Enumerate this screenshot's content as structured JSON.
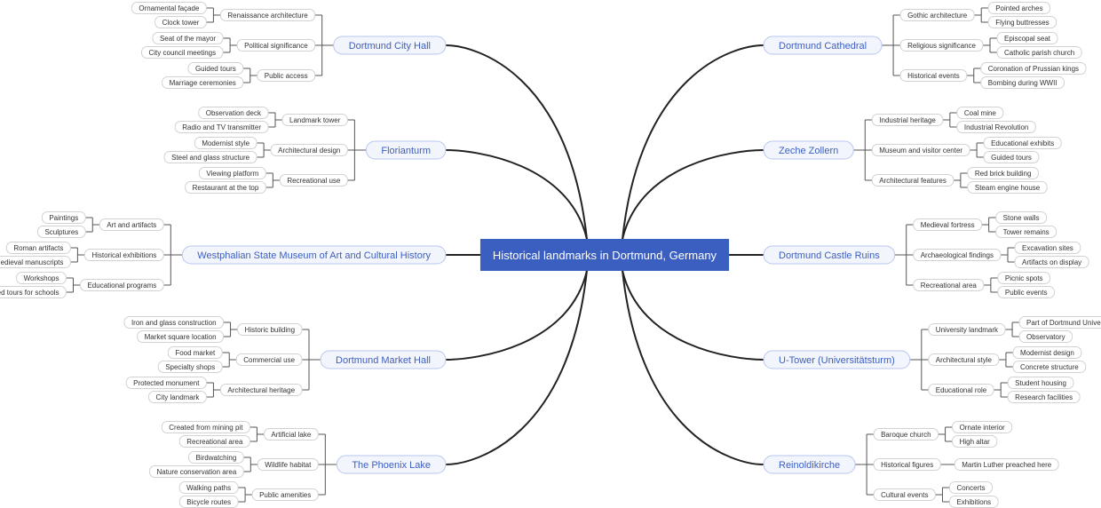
{
  "center": {
    "label": "Historical landmarks in Dortmund, Germany"
  },
  "colors": {
    "center_fill": "#3b5fc0",
    "center_text": "#ffffff",
    "branch_border": "#b9c6ee",
    "branch_fill": "#f3f5fd",
    "branch_text": "#3b5fc0",
    "leaf_border": "#d2d2d2",
    "leaf_text": "#333333",
    "main_line": "#222222",
    "minor_line": "#555555"
  },
  "left": [
    {
      "label": "Dortmund City Hall",
      "children": [
        {
          "label": "Renaissance architecture",
          "children": [
            "Ornamental façade",
            "Clock tower"
          ]
        },
        {
          "label": "Political significance",
          "children": [
            "Seat of the mayor",
            "City council meetings"
          ]
        },
        {
          "label": "Public access",
          "children": [
            "Guided tours",
            "Marriage ceremonies"
          ]
        }
      ]
    },
    {
      "label": "Florianturm",
      "children": [
        {
          "label": "Landmark tower",
          "children": [
            "Observation deck",
            "Radio and TV transmitter"
          ]
        },
        {
          "label": "Architectural design",
          "children": [
            "Modernist style",
            "Steel and glass structure"
          ]
        },
        {
          "label": "Recreational use",
          "children": [
            "Viewing platform",
            "Restaurant at the top"
          ]
        }
      ]
    },
    {
      "label": "Westphalian State Museum of Art and Cultural History",
      "children": [
        {
          "label": "Art and artifacts",
          "children": [
            "Paintings",
            "Sculptures"
          ]
        },
        {
          "label": "Historical exhibitions",
          "children": [
            "Roman artifacts",
            "Medieval manuscripts"
          ]
        },
        {
          "label": "Educational programs",
          "children": [
            "Workshops",
            "Guided tours for schools"
          ]
        }
      ]
    },
    {
      "label": "Dortmund Market Hall",
      "children": [
        {
          "label": "Historic building",
          "children": [
            "Iron and glass construction",
            "Market square location"
          ]
        },
        {
          "label": "Commercial use",
          "children": [
            "Food market",
            "Specialty shops"
          ]
        },
        {
          "label": "Architectural heritage",
          "children": [
            "Protected monument",
            "City landmark"
          ]
        }
      ]
    },
    {
      "label": "The Phoenix Lake",
      "children": [
        {
          "label": "Artificial lake",
          "children": [
            "Created from mining pit",
            "Recreational area"
          ]
        },
        {
          "label": "Wildlife habitat",
          "children": [
            "Birdwatching",
            "Nature conservation area"
          ]
        },
        {
          "label": "Public amenities",
          "children": [
            "Walking paths",
            "Bicycle routes"
          ]
        }
      ]
    }
  ],
  "right": [
    {
      "label": "Dortmund Cathedral",
      "children": [
        {
          "label": "Gothic architecture",
          "children": [
            "Pointed arches",
            "Flying buttresses"
          ]
        },
        {
          "label": "Religious significance",
          "children": [
            "Episcopal seat",
            "Catholic parish church"
          ]
        },
        {
          "label": "Historical events",
          "children": [
            "Coronation of Prussian kings",
            "Bombing during WWII"
          ]
        }
      ]
    },
    {
      "label": "Zeche Zollern",
      "children": [
        {
          "label": "Industrial heritage",
          "children": [
            "Coal mine",
            "Industrial Revolution"
          ]
        },
        {
          "label": "Museum and visitor center",
          "children": [
            "Educational exhibits",
            "Guided tours"
          ]
        },
        {
          "label": "Architectural features",
          "children": [
            "Red brick building",
            "Steam engine house"
          ]
        }
      ]
    },
    {
      "label": "Dortmund Castle Ruins",
      "children": [
        {
          "label": "Medieval fortress",
          "children": [
            "Stone walls",
            "Tower remains"
          ]
        },
        {
          "label": "Archaeological findings",
          "children": [
            "Excavation sites",
            "Artifacts on display"
          ]
        },
        {
          "label": "Recreational area",
          "children": [
            "Picnic spots",
            "Public events"
          ]
        }
      ]
    },
    {
      "label": "U-Tower (Universitätsturm)",
      "children": [
        {
          "label": "University landmark",
          "children": [
            "Part of Dortmund University",
            "Observatory"
          ]
        },
        {
          "label": "Architectural style",
          "children": [
            "Modernist design",
            "Concrete structure"
          ]
        },
        {
          "label": "Educational role",
          "children": [
            "Student housing",
            "Research facilities"
          ]
        }
      ]
    },
    {
      "label": "Reinoldikirche",
      "children": [
        {
          "label": "Baroque church",
          "children": [
            "Ornate interior",
            "High altar"
          ]
        },
        {
          "label": "Historical figures",
          "children": [
            "Martin Luther preached here"
          ]
        },
        {
          "label": "Cultural events",
          "children": [
            "Concerts",
            "Exhibitions"
          ]
        }
      ]
    }
  ]
}
